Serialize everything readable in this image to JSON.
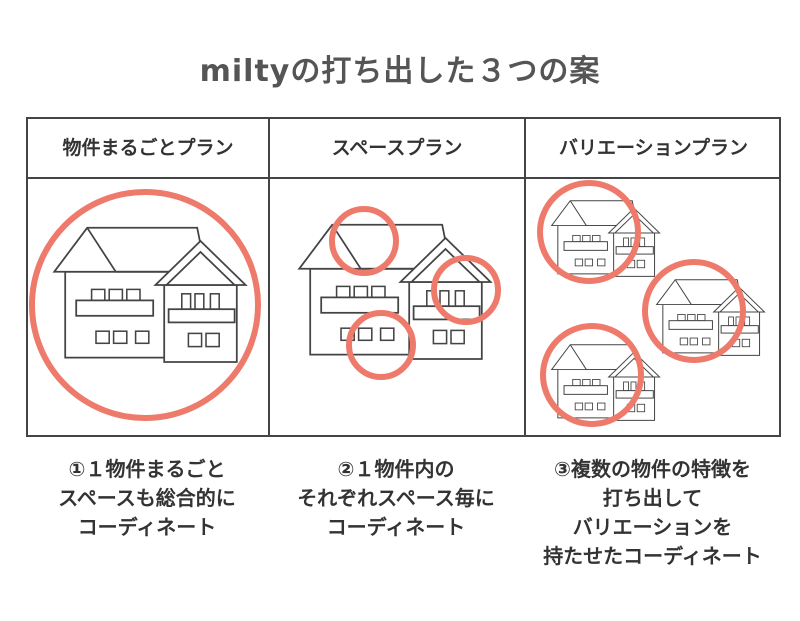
{
  "title": "miltyの打ち出した３つの案",
  "columns": [
    {
      "header": "物件まるごとプラン",
      "caption": [
        "①１物件まるごと",
        "スペースも総合的に",
        "コーディネート"
      ]
    },
    {
      "header": "スペースプラン",
      "caption": [
        "②１物件内の",
        "それぞれスペース毎に",
        "コーディネート"
      ]
    },
    {
      "header": "バリエーションプラン",
      "caption": [
        "③複数の物件の特徴を",
        "打ち出して",
        "バリエーションを",
        "持たせたコーディネート"
      ]
    }
  ],
  "colors": {
    "accent": "#ee7a6b",
    "line": "#444444"
  },
  "icons": {
    "house": "house-icon",
    "highlight": "highlight-circle"
  }
}
